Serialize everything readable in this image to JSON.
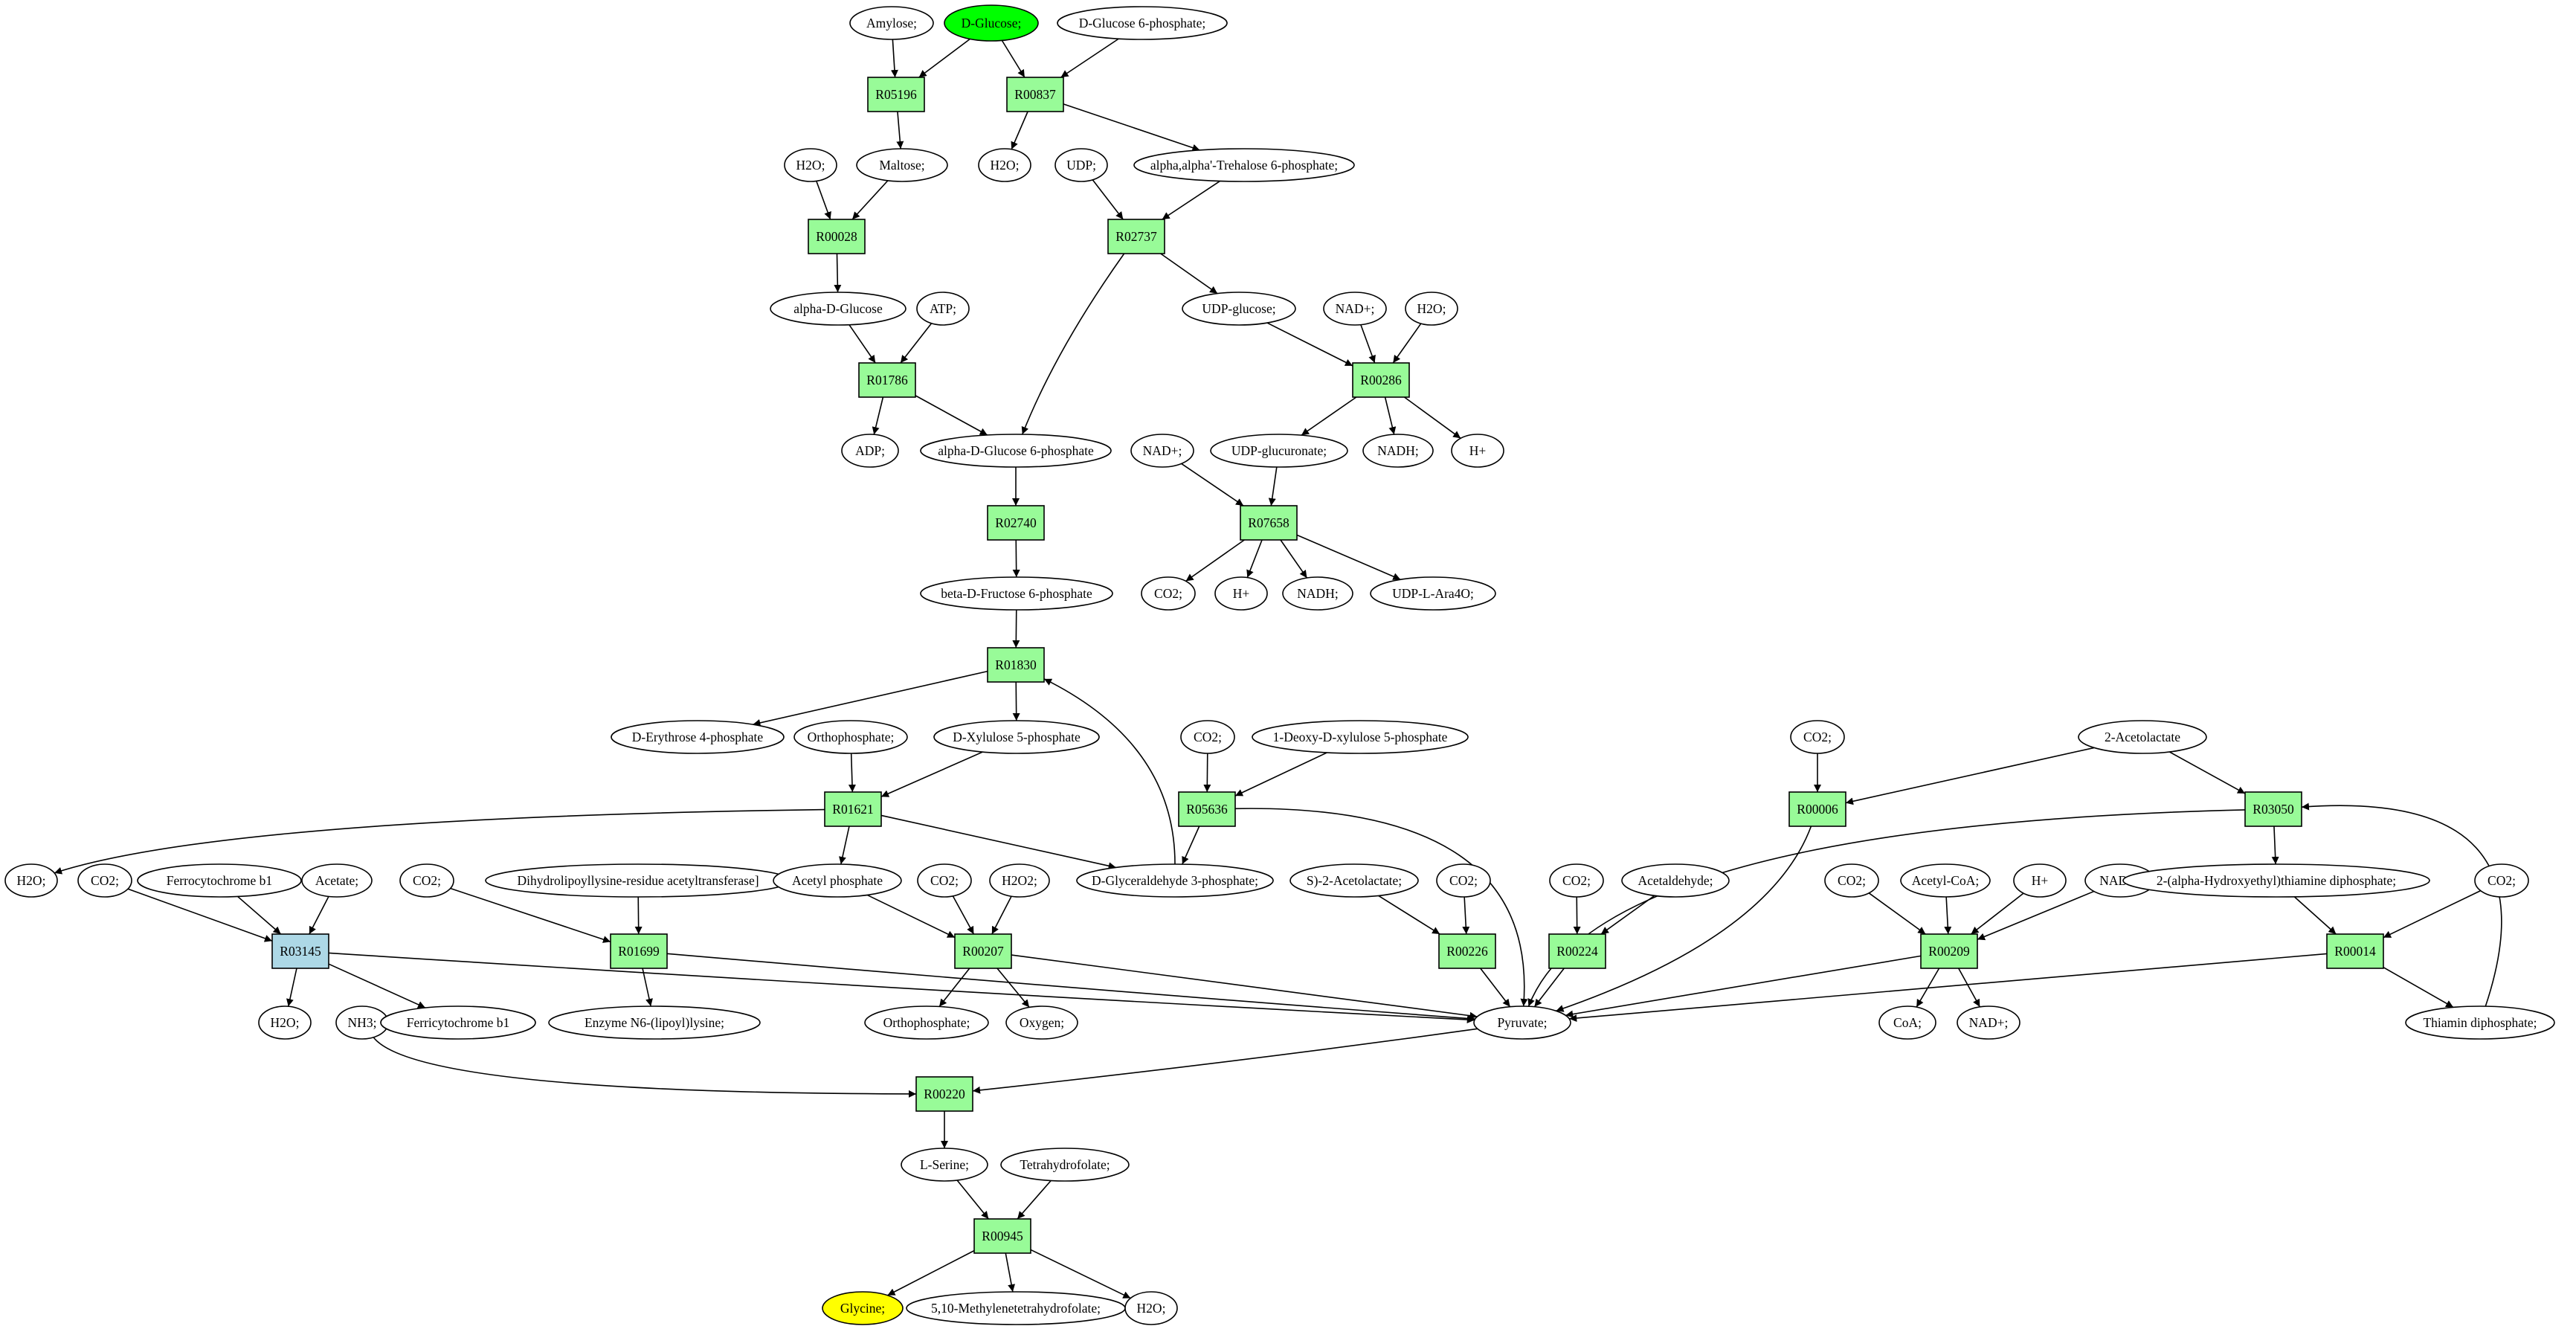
{
  "colors": {
    "reaction": "#98fb98",
    "reaction_highlight": "#add8e6",
    "source": "#00ff00",
    "target": "#ffff00",
    "compound": "#ffffff",
    "edge": "#000000"
  },
  "nodes": [
    {
      "id": "amylose",
      "kind": "compound",
      "label": "Amylose;"
    },
    {
      "id": "dglucose",
      "kind": "compound",
      "role": "source",
      "label": "D-Glucose;"
    },
    {
      "id": "dg6p",
      "kind": "compound",
      "label": "D-Glucose 6-phosphate;"
    },
    {
      "id": "R05196",
      "kind": "reaction",
      "label": "R05196"
    },
    {
      "id": "R00837",
      "kind": "reaction",
      "label": "R00837"
    },
    {
      "id": "h2o_a",
      "kind": "compound",
      "label": "H2O;"
    },
    {
      "id": "maltose",
      "kind": "compound",
      "label": "Maltose;"
    },
    {
      "id": "h2o_b",
      "kind": "compound",
      "label": "H2O;"
    },
    {
      "id": "udp_a",
      "kind": "compound",
      "label": "UDP;"
    },
    {
      "id": "trehalose6p",
      "kind": "compound",
      "label": "alpha,alpha'-Trehalose 6-phosphate;"
    },
    {
      "id": "R00028",
      "kind": "reaction",
      "label": "R00028"
    },
    {
      "id": "R02737",
      "kind": "reaction",
      "label": "R02737"
    },
    {
      "id": "alphadglucose",
      "kind": "compound",
      "label": "alpha-D-Glucose"
    },
    {
      "id": "atp",
      "kind": "compound",
      "label": "ATP;"
    },
    {
      "id": "udpglucose",
      "kind": "compound",
      "label": "UDP-glucose;"
    },
    {
      "id": "nad_a",
      "kind": "compound",
      "label": "NAD+;"
    },
    {
      "id": "h2o_c",
      "kind": "compound",
      "label": "H2O;"
    },
    {
      "id": "R01786",
      "kind": "reaction",
      "label": "R01786"
    },
    {
      "id": "R00286",
      "kind": "reaction",
      "label": "R00286"
    },
    {
      "id": "adp",
      "kind": "compound",
      "label": "ADP;"
    },
    {
      "id": "adg6p",
      "kind": "compound",
      "label": "alpha-D-Glucose 6-phosphate"
    },
    {
      "id": "nad_b",
      "kind": "compound",
      "label": "NAD+;"
    },
    {
      "id": "udpglucuronate",
      "kind": "compound",
      "label": "UDP-glucuronate;"
    },
    {
      "id": "nadh_a",
      "kind": "compound",
      "label": "NADH;"
    },
    {
      "id": "hplus_a",
      "kind": "compound",
      "label": "H+"
    },
    {
      "id": "R02740",
      "kind": "reaction",
      "label": "R02740"
    },
    {
      "id": "R07658",
      "kind": "reaction",
      "label": "R07658"
    },
    {
      "id": "co2_a",
      "kind": "compound",
      "label": "CO2;"
    },
    {
      "id": "hplus_b",
      "kind": "compound",
      "label": "H+"
    },
    {
      "id": "nadh_b",
      "kind": "compound",
      "label": "NADH;"
    },
    {
      "id": "udpara",
      "kind": "compound",
      "label": "UDP-L-Ara4O;"
    },
    {
      "id": "bdf6p",
      "kind": "compound",
      "label": "beta-D-Fructose 6-phosphate"
    },
    {
      "id": "R01830",
      "kind": "reaction",
      "label": "R01830"
    },
    {
      "id": "de4p",
      "kind": "compound",
      "label": "D-Erythrose 4-phosphate"
    },
    {
      "id": "ortho_a",
      "kind": "compound",
      "label": "Orthophosphate;"
    },
    {
      "id": "dx5p",
      "kind": "compound",
      "label": "D-Xylulose 5-phosphate"
    },
    {
      "id": "co2_b",
      "kind": "compound",
      "label": "CO2;"
    },
    {
      "id": "deoxyx5p",
      "kind": "compound",
      "label": "1-Deoxy-D-xylulose 5-phosphate"
    },
    {
      "id": "co2_c",
      "kind": "compound",
      "label": "CO2;"
    },
    {
      "id": "acetolactate2",
      "kind": "compound",
      "label": "2-Acetolactate"
    },
    {
      "id": "R01621",
      "kind": "reaction",
      "label": "R01621"
    },
    {
      "id": "R05636",
      "kind": "reaction",
      "label": "R05636"
    },
    {
      "id": "R00006",
      "kind": "reaction",
      "label": "R00006"
    },
    {
      "id": "R03050",
      "kind": "reaction",
      "label": "R03050"
    },
    {
      "id": "h2o_d",
      "kind": "compound",
      "label": "H2O;"
    },
    {
      "id": "co2_d",
      "kind": "compound",
      "label": "CO2;"
    },
    {
      "id": "ferrob1_a",
      "kind": "compound",
      "label": "Ferrocytochrome b1"
    },
    {
      "id": "acetate",
      "kind": "compound",
      "label": "Acetate;"
    },
    {
      "id": "co2_e",
      "kind": "compound",
      "label": "CO2;"
    },
    {
      "id": "dihydrolipoyl",
      "kind": "compound",
      "label": "Dihydrolipoyllysine-residue acetyltransferase]"
    },
    {
      "id": "acetylp",
      "kind": "compound",
      "label": "Acetyl phosphate"
    },
    {
      "id": "co2_f",
      "kind": "compound",
      "label": "CO2;"
    },
    {
      "id": "h2o2",
      "kind": "compound",
      "label": "H2O2;"
    },
    {
      "id": "dg3p",
      "kind": "compound",
      "label": "D-Glyceraldehyde 3-phosphate;"
    },
    {
      "id": "s2acetolactate",
      "kind": "compound",
      "label": "S)-2-Acetolactate;"
    },
    {
      "id": "co2_g",
      "kind": "compound",
      "label": "CO2;"
    },
    {
      "id": "co2_h",
      "kind": "compound",
      "label": "CO2;"
    },
    {
      "id": "acetaldehyde",
      "kind": "compound",
      "label": "Acetaldehyde;"
    },
    {
      "id": "co2_i",
      "kind": "compound",
      "label": "CO2;"
    },
    {
      "id": "acetylcoa",
      "kind": "compound",
      "label": "Acetyl-CoA;"
    },
    {
      "id": "hplus_c",
      "kind": "compound",
      "label": "H+"
    },
    {
      "id": "nadh_c",
      "kind": "compound",
      "label": "NADH;"
    },
    {
      "id": "hethtpp",
      "kind": "compound",
      "label": "2-(alpha-Hydroxyethyl)thiamine diphosphate;"
    },
    {
      "id": "co2_j",
      "kind": "compound",
      "label": "CO2;"
    },
    {
      "id": "R03145",
      "kind": "reaction",
      "highlight": true,
      "label": "R03145"
    },
    {
      "id": "R01699",
      "kind": "reaction",
      "label": "R01699"
    },
    {
      "id": "R00207",
      "kind": "reaction",
      "label": "R00207"
    },
    {
      "id": "R00226",
      "kind": "reaction",
      "label": "R00226"
    },
    {
      "id": "R00224",
      "kind": "reaction",
      "label": "R00224"
    },
    {
      "id": "R00209",
      "kind": "reaction",
      "label": "R00209"
    },
    {
      "id": "R00014",
      "kind": "reaction",
      "label": "R00014"
    },
    {
      "id": "h2o_e",
      "kind": "compound",
      "label": "H2O;"
    },
    {
      "id": "nh3",
      "kind": "compound",
      "label": "NH3;"
    },
    {
      "id": "ferrib1",
      "kind": "compound",
      "label": "Ferricytochrome b1"
    },
    {
      "id": "enzymelipoyl",
      "kind": "compound",
      "label": "Enzyme N6-(lipoyl)lysine;"
    },
    {
      "id": "ortho_b",
      "kind": "compound",
      "label": "Orthophosphate;"
    },
    {
      "id": "oxygen",
      "kind": "compound",
      "label": "Oxygen;"
    },
    {
      "id": "pyruvate",
      "kind": "compound",
      "label": "Pyruvate;"
    },
    {
      "id": "coa",
      "kind": "compound",
      "label": "CoA;"
    },
    {
      "id": "nad_c",
      "kind": "compound",
      "label": "NAD+;"
    },
    {
      "id": "thiamindp",
      "kind": "compound",
      "label": "Thiamin diphosphate;"
    },
    {
      "id": "R00220",
      "kind": "reaction",
      "label": "R00220"
    },
    {
      "id": "lserine",
      "kind": "compound",
      "label": "L-Serine;"
    },
    {
      "id": "thf",
      "kind": "compound",
      "label": "Tetrahydrofolate;"
    },
    {
      "id": "R00945",
      "kind": "reaction",
      "label": "R00945"
    },
    {
      "id": "glycine",
      "kind": "compound",
      "role": "target",
      "label": "Glycine;"
    },
    {
      "id": "methylenethf",
      "kind": "compound",
      "label": "5,10-Methylenetetrahydrofolate;"
    },
    {
      "id": "h2o_f",
      "kind": "compound",
      "label": "H2O;"
    }
  ],
  "edges": [
    [
      "amylose",
      "R05196"
    ],
    [
      "dglucose",
      "R05196"
    ],
    [
      "dglucose",
      "R00837"
    ],
    [
      "dg6p",
      "R00837"
    ],
    [
      "R05196",
      "maltose"
    ],
    [
      "R00837",
      "h2o_b"
    ],
    [
      "R00837",
      "trehalose6p"
    ],
    [
      "h2o_a",
      "R00028"
    ],
    [
      "maltose",
      "R00028"
    ],
    [
      "udp_a",
      "R02737"
    ],
    [
      "trehalose6p",
      "R02737"
    ],
    [
      "R00028",
      "alphadglucose"
    ],
    [
      "R02737",
      "udpglucose"
    ],
    [
      "R02737",
      "adg6p"
    ],
    [
      "alphadglucose",
      "R01786"
    ],
    [
      "atp",
      "R01786"
    ],
    [
      "udpglucose",
      "R00286"
    ],
    [
      "nad_a",
      "R00286"
    ],
    [
      "h2o_c",
      "R00286"
    ],
    [
      "R01786",
      "adp"
    ],
    [
      "R01786",
      "adg6p"
    ],
    [
      "R00286",
      "udpglucuronate"
    ],
    [
      "R00286",
      "nadh_a"
    ],
    [
      "R00286",
      "hplus_a"
    ],
    [
      "adg6p",
      "R02740"
    ],
    [
      "nad_b",
      "R07658"
    ],
    [
      "udpglucuronate",
      "R07658"
    ],
    [
      "R07658",
      "co2_a"
    ],
    [
      "R07658",
      "hplus_b"
    ],
    [
      "R07658",
      "nadh_b"
    ],
    [
      "R07658",
      "udpara"
    ],
    [
      "R02740",
      "bdf6p"
    ],
    [
      "bdf6p",
      "R01830"
    ],
    [
      "R01830",
      "de4p"
    ],
    [
      "R01830",
      "dx5p"
    ],
    [
      "ortho_a",
      "R01621"
    ],
    [
      "dx5p",
      "R01621"
    ],
    [
      "co2_b",
      "R05636"
    ],
    [
      "deoxyx5p",
      "R05636"
    ],
    [
      "co2_c",
      "R00006"
    ],
    [
      "acetolactate2",
      "R00006"
    ],
    [
      "acetolactate2",
      "R03050"
    ],
    [
      "R01621",
      "h2o_d"
    ],
    [
      "R01621",
      "acetylp"
    ],
    [
      "R01621",
      "dg3p"
    ],
    [
      "R05636",
      "dg3p"
    ],
    [
      "dg3p",
      "R01830"
    ],
    [
      "co2_d",
      "R03145"
    ],
    [
      "ferrob1_a",
      "R03145"
    ],
    [
      "acetate",
      "R03145"
    ],
    [
      "co2_e",
      "R01699"
    ],
    [
      "dihydrolipoyl",
      "R01699"
    ],
    [
      "acetylp",
      "R00207"
    ],
    [
      "co2_f",
      "R00207"
    ],
    [
      "h2o2",
      "R00207"
    ],
    [
      "s2acetolactate",
      "R00226"
    ],
    [
      "co2_g",
      "R00226"
    ],
    [
      "co2_h",
      "R00224"
    ],
    [
      "acetaldehyde",
      "R00224"
    ],
    [
      "co2_i",
      "R00209"
    ],
    [
      "acetylcoa",
      "R00209"
    ],
    [
      "hplus_c",
      "R00209"
    ],
    [
      "nadh_c",
      "R00209"
    ],
    [
      "R03050",
      "hethtpp"
    ],
    [
      "hethtpp",
      "R00014"
    ],
    [
      "co2_j",
      "R00014"
    ],
    [
      "R03145",
      "h2o_e"
    ],
    [
      "R03145",
      "ferrib1"
    ],
    [
      "R03145",
      "pyruvate"
    ],
    [
      "R01699",
      "enzymelipoyl"
    ],
    [
      "R01699",
      "pyruvate"
    ],
    [
      "R00207",
      "ortho_b"
    ],
    [
      "R00207",
      "oxygen"
    ],
    [
      "R00207",
      "pyruvate"
    ],
    [
      "R00226",
      "pyruvate"
    ],
    [
      "R00224",
      "pyruvate"
    ],
    [
      "R05636",
      "pyruvate"
    ],
    [
      "R00006",
      "pyruvate"
    ],
    [
      "R03050",
      "pyruvate"
    ],
    [
      "R00209",
      "pyruvate"
    ],
    [
      "R00209",
      "coa"
    ],
    [
      "R00209",
      "nad_c"
    ],
    [
      "R00014",
      "pyruvate"
    ],
    [
      "R00014",
      "thiamindp"
    ],
    [
      "thiamindp",
      "R03050"
    ],
    [
      "nh3",
      "R00220"
    ],
    [
      "pyruvate",
      "R00220"
    ],
    [
      "R00220",
      "lserine"
    ],
    [
      "lserine",
      "R00945"
    ],
    [
      "thf",
      "R00945"
    ],
    [
      "R00945",
      "glycine"
    ],
    [
      "R00945",
      "methylenethf"
    ],
    [
      "R00945",
      "h2o_f"
    ]
  ]
}
